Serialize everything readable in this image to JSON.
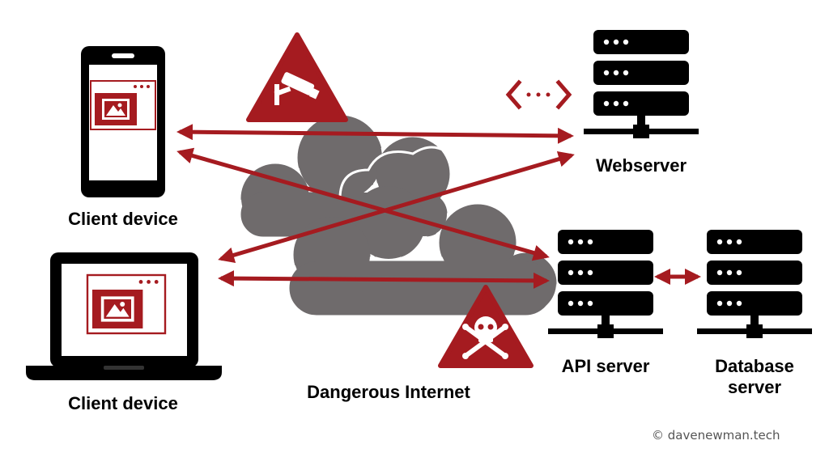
{
  "labels": {
    "client_phone": "Client device",
    "client_laptop": "Client device",
    "webserver": "Webserver",
    "api_server": "API server",
    "database_server_line1": "Database",
    "database_server_line2": "server",
    "internet": "Dangerous Internet",
    "credit": "© davenewman.tech"
  },
  "icons": {
    "surveillance": "security-camera-icon",
    "danger": "skull-crossbones-icon",
    "code": "code-icon"
  },
  "colors": {
    "accent": "#a51b20",
    "cloud": "#6f6b6c",
    "device": "#000000"
  }
}
